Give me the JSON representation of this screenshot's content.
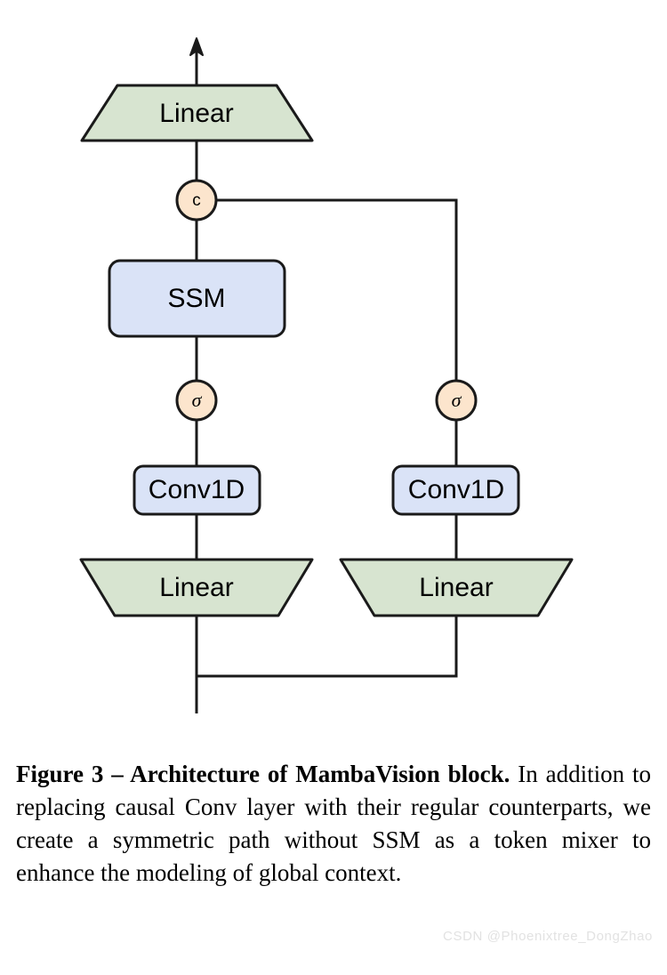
{
  "figure": {
    "title": "Architecture of MambaVision block",
    "nodes": [
      {
        "id": "linear-top",
        "label": "Linear",
        "shape": "trapezoid-down",
        "fill": "#d7e4d0"
      },
      {
        "id": "concat",
        "label": "c",
        "shape": "circle",
        "fill": "#fce5cd"
      },
      {
        "id": "ssm",
        "label": "SSM",
        "shape": "rounded-rect",
        "fill": "#dae3f7"
      },
      {
        "id": "sigma-left",
        "label": "σ",
        "shape": "circle",
        "fill": "#fce5cd"
      },
      {
        "id": "conv1d-left",
        "label": "Conv1D",
        "shape": "rounded-rect",
        "fill": "#dae3f7"
      },
      {
        "id": "linear-left",
        "label": "Linear",
        "shape": "trapezoid-up",
        "fill": "#d7e4d0"
      },
      {
        "id": "sigma-right",
        "label": "σ",
        "shape": "circle",
        "fill": "#fce5cd"
      },
      {
        "id": "conv1d-right",
        "label": "Conv1D",
        "shape": "rounded-rect",
        "fill": "#dae3f7"
      },
      {
        "id": "linear-right",
        "label": "Linear",
        "shape": "trapezoid-up",
        "fill": "#d7e4d0"
      }
    ],
    "colors": {
      "green_fill": "#d7e4d0",
      "blue_fill": "#dae3f7",
      "peach_fill": "#fce5cd",
      "stroke": "#1a1a1a"
    }
  },
  "caption": {
    "lead": "Figure 3 – Architecture of MambaVision block.",
    "body": " In addition to replacing causal Conv layer with their regular counterparts, we create a symmetric path without SSM as a token mixer to enhance the modeling of global context."
  },
  "watermark": {
    "text": "CSDN @Phoenixtree_DongZhao"
  }
}
